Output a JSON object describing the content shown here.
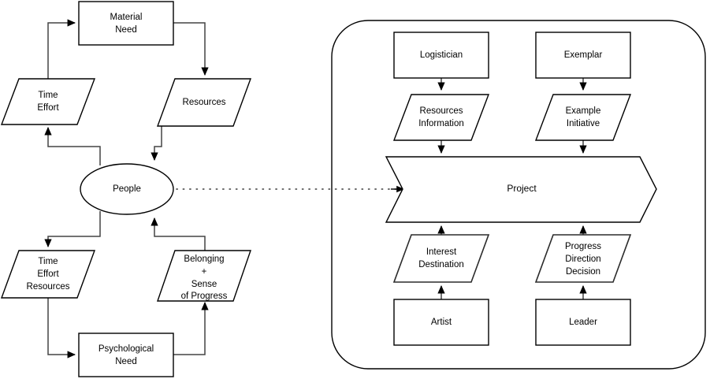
{
  "diagram": {
    "title": "Needs, People and Project flowchart",
    "colors": {
      "stroke": "#000000",
      "connector": "#444444",
      "fill": "#ffffff",
      "dotted": "#555555"
    },
    "left_cluster": {
      "nodes": [
        {
          "id": "material-need",
          "label_lines": [
            "Material",
            "Need"
          ],
          "shape": "rectangle"
        },
        {
          "id": "time-effort",
          "label_lines": [
            "Time",
            "Effort"
          ],
          "shape": "parallelogram"
        },
        {
          "id": "resources",
          "label_lines": [
            "Resources"
          ],
          "shape": "parallelogram"
        },
        {
          "id": "people",
          "label_lines": [
            "People"
          ],
          "shape": "ellipse"
        },
        {
          "id": "time-effort-resources",
          "label_lines": [
            "Time",
            "Effort",
            "Resources"
          ],
          "shape": "parallelogram"
        },
        {
          "id": "belonging",
          "label_lines": [
            "Belonging",
            "+",
            "Sense",
            "of Progress"
          ],
          "shape": "parallelogram"
        },
        {
          "id": "psychological-need",
          "label_lines": [
            "Psychological",
            "Need"
          ],
          "shape": "rectangle"
        }
      ]
    },
    "right_cluster": {
      "container_label": "",
      "nodes": [
        {
          "id": "logistician",
          "label_lines": [
            "Logistician"
          ],
          "shape": "rectangle"
        },
        {
          "id": "exemplar",
          "label_lines": [
            "Exemplar"
          ],
          "shape": "rectangle"
        },
        {
          "id": "resources-information",
          "label_lines": [
            "Resources",
            "Information"
          ],
          "shape": "parallelogram"
        },
        {
          "id": "example-initiative",
          "label_lines": [
            "Example",
            "Initiative"
          ],
          "shape": "parallelogram"
        },
        {
          "id": "project",
          "label_lines": [
            "Project"
          ],
          "shape": "chevron-arrow"
        },
        {
          "id": "interest-destination",
          "label_lines": [
            "Interest",
            "Destination"
          ],
          "shape": "parallelogram"
        },
        {
          "id": "progress-direction-decision",
          "label_lines": [
            "Progress",
            "Direction",
            "Decision"
          ],
          "shape": "parallelogram"
        },
        {
          "id": "artist",
          "label_lines": [
            "Artist"
          ],
          "shape": "rectangle"
        },
        {
          "id": "leader",
          "label_lines": [
            "Leader"
          ],
          "shape": "rectangle"
        }
      ]
    },
    "labels": {
      "material_need_1": "Material",
      "material_need_2": "Need",
      "time_effort_1": "Time",
      "time_effort_2": "Effort",
      "resources": "Resources",
      "people": "People",
      "ter_1": "Time",
      "ter_2": "Effort",
      "ter_3": "Resources",
      "belonging_1": "Belonging",
      "belonging_2": "+",
      "belonging_3": "Sense",
      "belonging_4": "of Progress",
      "psych_need_1": "Psychological",
      "psych_need_2": "Need",
      "logistician": "Logistician",
      "exemplar": "Exemplar",
      "res_info_1": "Resources",
      "res_info_2": "Information",
      "ex_init_1": "Example",
      "ex_init_2": "Initiative",
      "project": "Project",
      "interest_dest_1": "Interest",
      "interest_dest_2": "Destination",
      "pdd_1": "Progress",
      "pdd_2": "Direction",
      "pdd_3": "Decision",
      "artist": "Artist",
      "leader": "Leader"
    }
  }
}
